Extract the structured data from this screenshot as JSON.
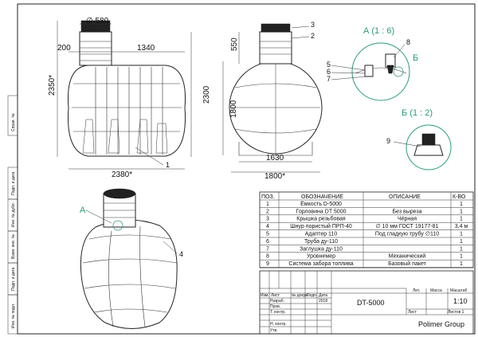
{
  "views": {
    "front": {
      "neck_diameter": "∅ 580",
      "neck_offset": "200",
      "neck_span": "1340",
      "height_total": "2350*",
      "height_body": "2300",
      "length_total": "2380*",
      "leader_1": "1"
    },
    "side": {
      "dim_550": "550",
      "dim_1800v": "1800",
      "dim_1630": "1630",
      "dim_1800h": "1800*",
      "leader_2": "2",
      "leader_3": "3"
    },
    "detail_a": {
      "title": "А (1 : 6)",
      "leaders": [
        "5",
        "6",
        "7",
        "8"
      ],
      "tag_b": "Б"
    },
    "detail_b": {
      "title": "Б (1 : 2)",
      "leader_9": "9"
    },
    "iso": {
      "label_a": "A",
      "leader_4": "4"
    }
  },
  "side_stamps": [
    "Справ. №",
    "Подп. и дата",
    "Инв. № дубл.",
    "Взам. инв. №",
    "Подп. и дата",
    "Инв. № подл."
  ],
  "parts_table": {
    "headers": [
      "ПОЗ.",
      "ОБОЗНАЧЕНИЕ",
      "ОПИСАНИЕ",
      "К-ВО"
    ],
    "rows": [
      [
        "1",
        "Ёмкость D-5000",
        "",
        "1"
      ],
      [
        "2",
        "Горловина DT 5000",
        "Без выреза",
        "1"
      ],
      [
        "3",
        "Крышка резьбовая",
        "Чёрная",
        "1"
      ],
      [
        "4",
        "Шнур пористый ПРП-40",
        "∅ 10 мм ГОСТ 19177-81",
        "3,4 м"
      ],
      [
        "5",
        "Адаптер 110",
        "Под гладкую трубу ∅110",
        "1"
      ],
      [
        "6",
        "Труба ду-110",
        "",
        "1"
      ],
      [
        "7",
        "Заглушка ду-110",
        "",
        "1"
      ],
      [
        "8",
        "Уровнемер",
        "Механический",
        "1"
      ],
      [
        "9",
        "Система забора топлива",
        "Базовый пакет",
        "1"
      ]
    ]
  },
  "title_block": {
    "cols": [
      "Изм.",
      "Лист",
      "№ докум.",
      "Подп.",
      "Дата"
    ],
    "rows": [
      "Разраб.",
      "Пров.",
      "Т. контр.",
      "",
      "Н. контр.",
      "Утв."
    ],
    "year": "2018",
    "designation": "DT-5000",
    "lit": "Лит.",
    "mass": "Масса",
    "scale_h": "Масштаб",
    "scale": "1:10",
    "sheet": "Лист",
    "sheets": "Листов 1",
    "company": "Polimer Group"
  }
}
